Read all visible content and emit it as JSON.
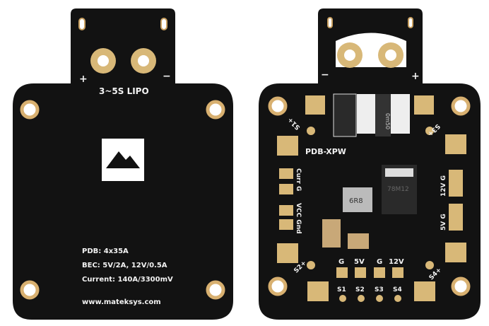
{
  "back_board": {
    "battery_label": "3~5S LIPO",
    "plus_sign": "+",
    "minus_sign": "−",
    "specs": [
      "PDB: 4x35A",
      "BEC: 5V/2A, 12V/0.5A",
      "Current: 140A/3300mV"
    ],
    "website": "www.mateksys.com"
  },
  "front_board": {
    "model": "PDB-XPW",
    "shunt_marking": "0m50",
    "regulator_marking": "78M12",
    "inductor_marking": "6R8",
    "plus_sign": "+",
    "minus_sign": "−",
    "left_labels": [
      "Curr G",
      "VCC Gnd"
    ],
    "right_labels": [
      "12V G",
      "5V G"
    ],
    "bottom_power_labels": [
      "G",
      "5V",
      "G",
      "12V"
    ],
    "signal_labels": [
      "S1",
      "S2",
      "S3",
      "S4"
    ],
    "corner_labels": [
      "S1+",
      "S3+",
      "S2+",
      "S4+"
    ]
  }
}
